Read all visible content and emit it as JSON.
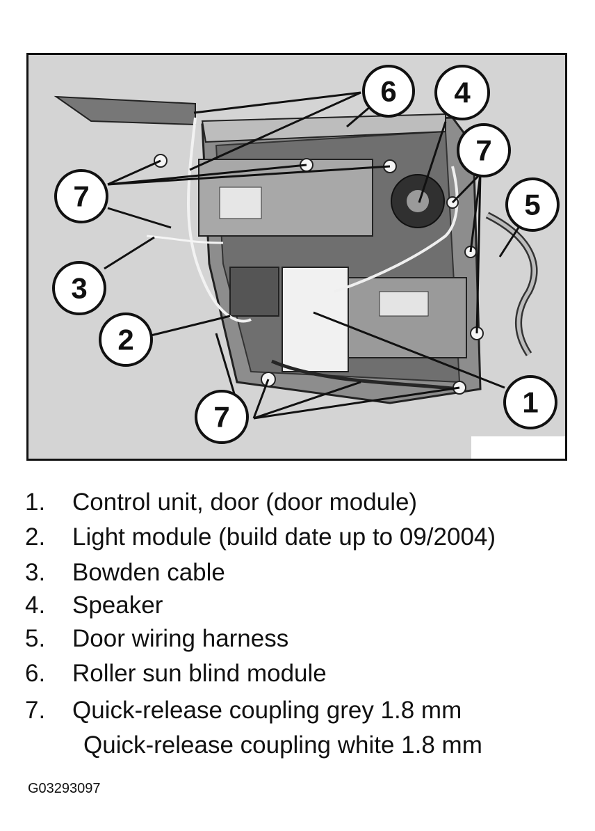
{
  "callouts": [
    "6",
    "4",
    "7",
    "7",
    "5",
    "3",
    "2",
    "1",
    "7"
  ],
  "legend": [
    {
      "number": "1.",
      "label": "Control unit, door (door module)"
    },
    {
      "number": "2.",
      "label": "Light module (build date up to 09/2004)"
    },
    {
      "number": "3.",
      "label": "Bowden cable"
    },
    {
      "number": "4.",
      "label": "Speaker"
    },
    {
      "number": "5.",
      "label": "Door wiring harness"
    },
    {
      "number": "6.",
      "label": "Roller sun blind module"
    },
    {
      "number": "7.",
      "label": "Quick-release coupling grey 1.8 mm"
    }
  ],
  "legend_continuation": "Quick-release coupling white 1.8 mm",
  "figure_id": "G03293097"
}
